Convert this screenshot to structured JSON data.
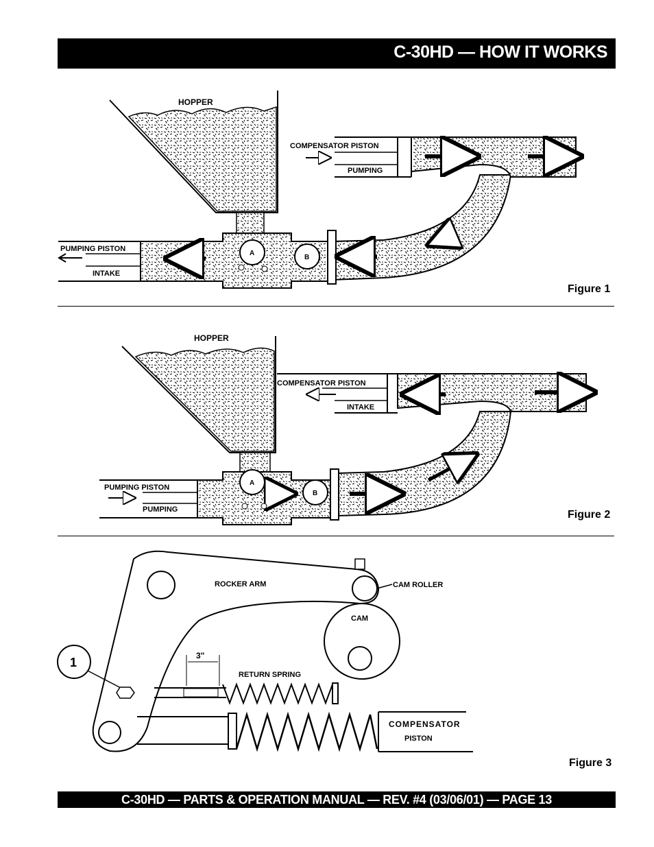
{
  "header": {
    "title": "C-30HD — HOW IT WORKS"
  },
  "figure1": {
    "caption": "Figure 1",
    "labels": {
      "hopper": "HOPPER",
      "compensator_piston": "COMPENSATOR PISTON",
      "pumping": "PUMPING",
      "pumping_piston": "PUMPING PISTON",
      "intake": "INTAKE",
      "valve_a": "A",
      "valve_b": "B"
    }
  },
  "figure2": {
    "caption": "Figure 2",
    "labels": {
      "hopper": "HOPPER",
      "compensator_piston": "COMPENSATOR PISTON",
      "intake": "INTAKE",
      "pumping_piston": "PUMPING PISTON",
      "pumping": "PUMPING",
      "valve_a": "A",
      "valve_b": "B"
    }
  },
  "figure3": {
    "caption": "Figure 3",
    "labels": {
      "rocker_arm": "ROCKER ARM",
      "cam_roller": "CAM ROLLER",
      "cam": "CAM",
      "dimension": "3\"",
      "return_spring": "RETURN SPRING",
      "compensator": "COMPENSATOR",
      "piston": "PISTON",
      "callout": "1"
    }
  },
  "footer": {
    "text": "C-30HD — PARTS & OPERATION MANUAL — REV. #4 (03/06/01) — PAGE 13"
  }
}
